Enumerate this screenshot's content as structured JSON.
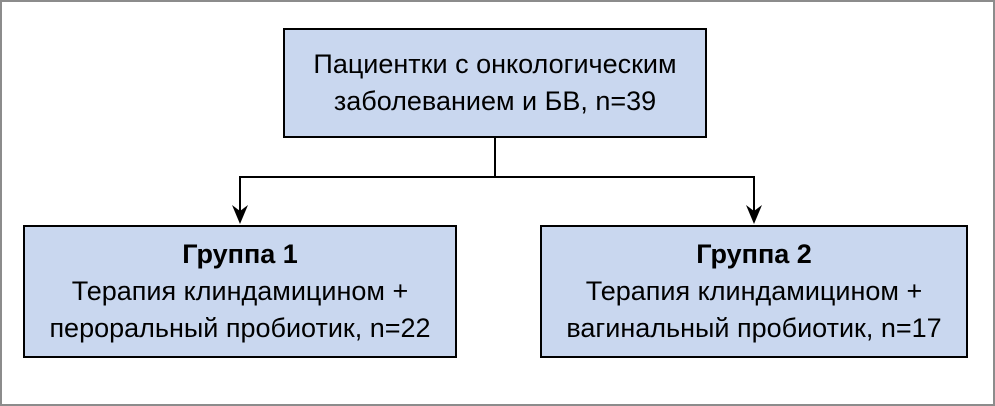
{
  "diagram": {
    "root": {
      "line1": "Пациентки с онкологическим",
      "line2": "заболеванием и БВ, n=39"
    },
    "group1": {
      "title": "Группа 1",
      "line1": "Терапия клиндамицином +",
      "line2": "пероральный пробиотик, n=22"
    },
    "group2": {
      "title": "Группа 2",
      "line1": "Терапия клиндамицином +",
      "line2": "вагинальный пробиотик, n=17"
    },
    "colors": {
      "node_fill": "#c9d7ef",
      "node_border": "#000000",
      "connector_line": "#000000",
      "frame_border": "#8c8c8c",
      "background": "#ffffff",
      "text": "#000000"
    }
  }
}
